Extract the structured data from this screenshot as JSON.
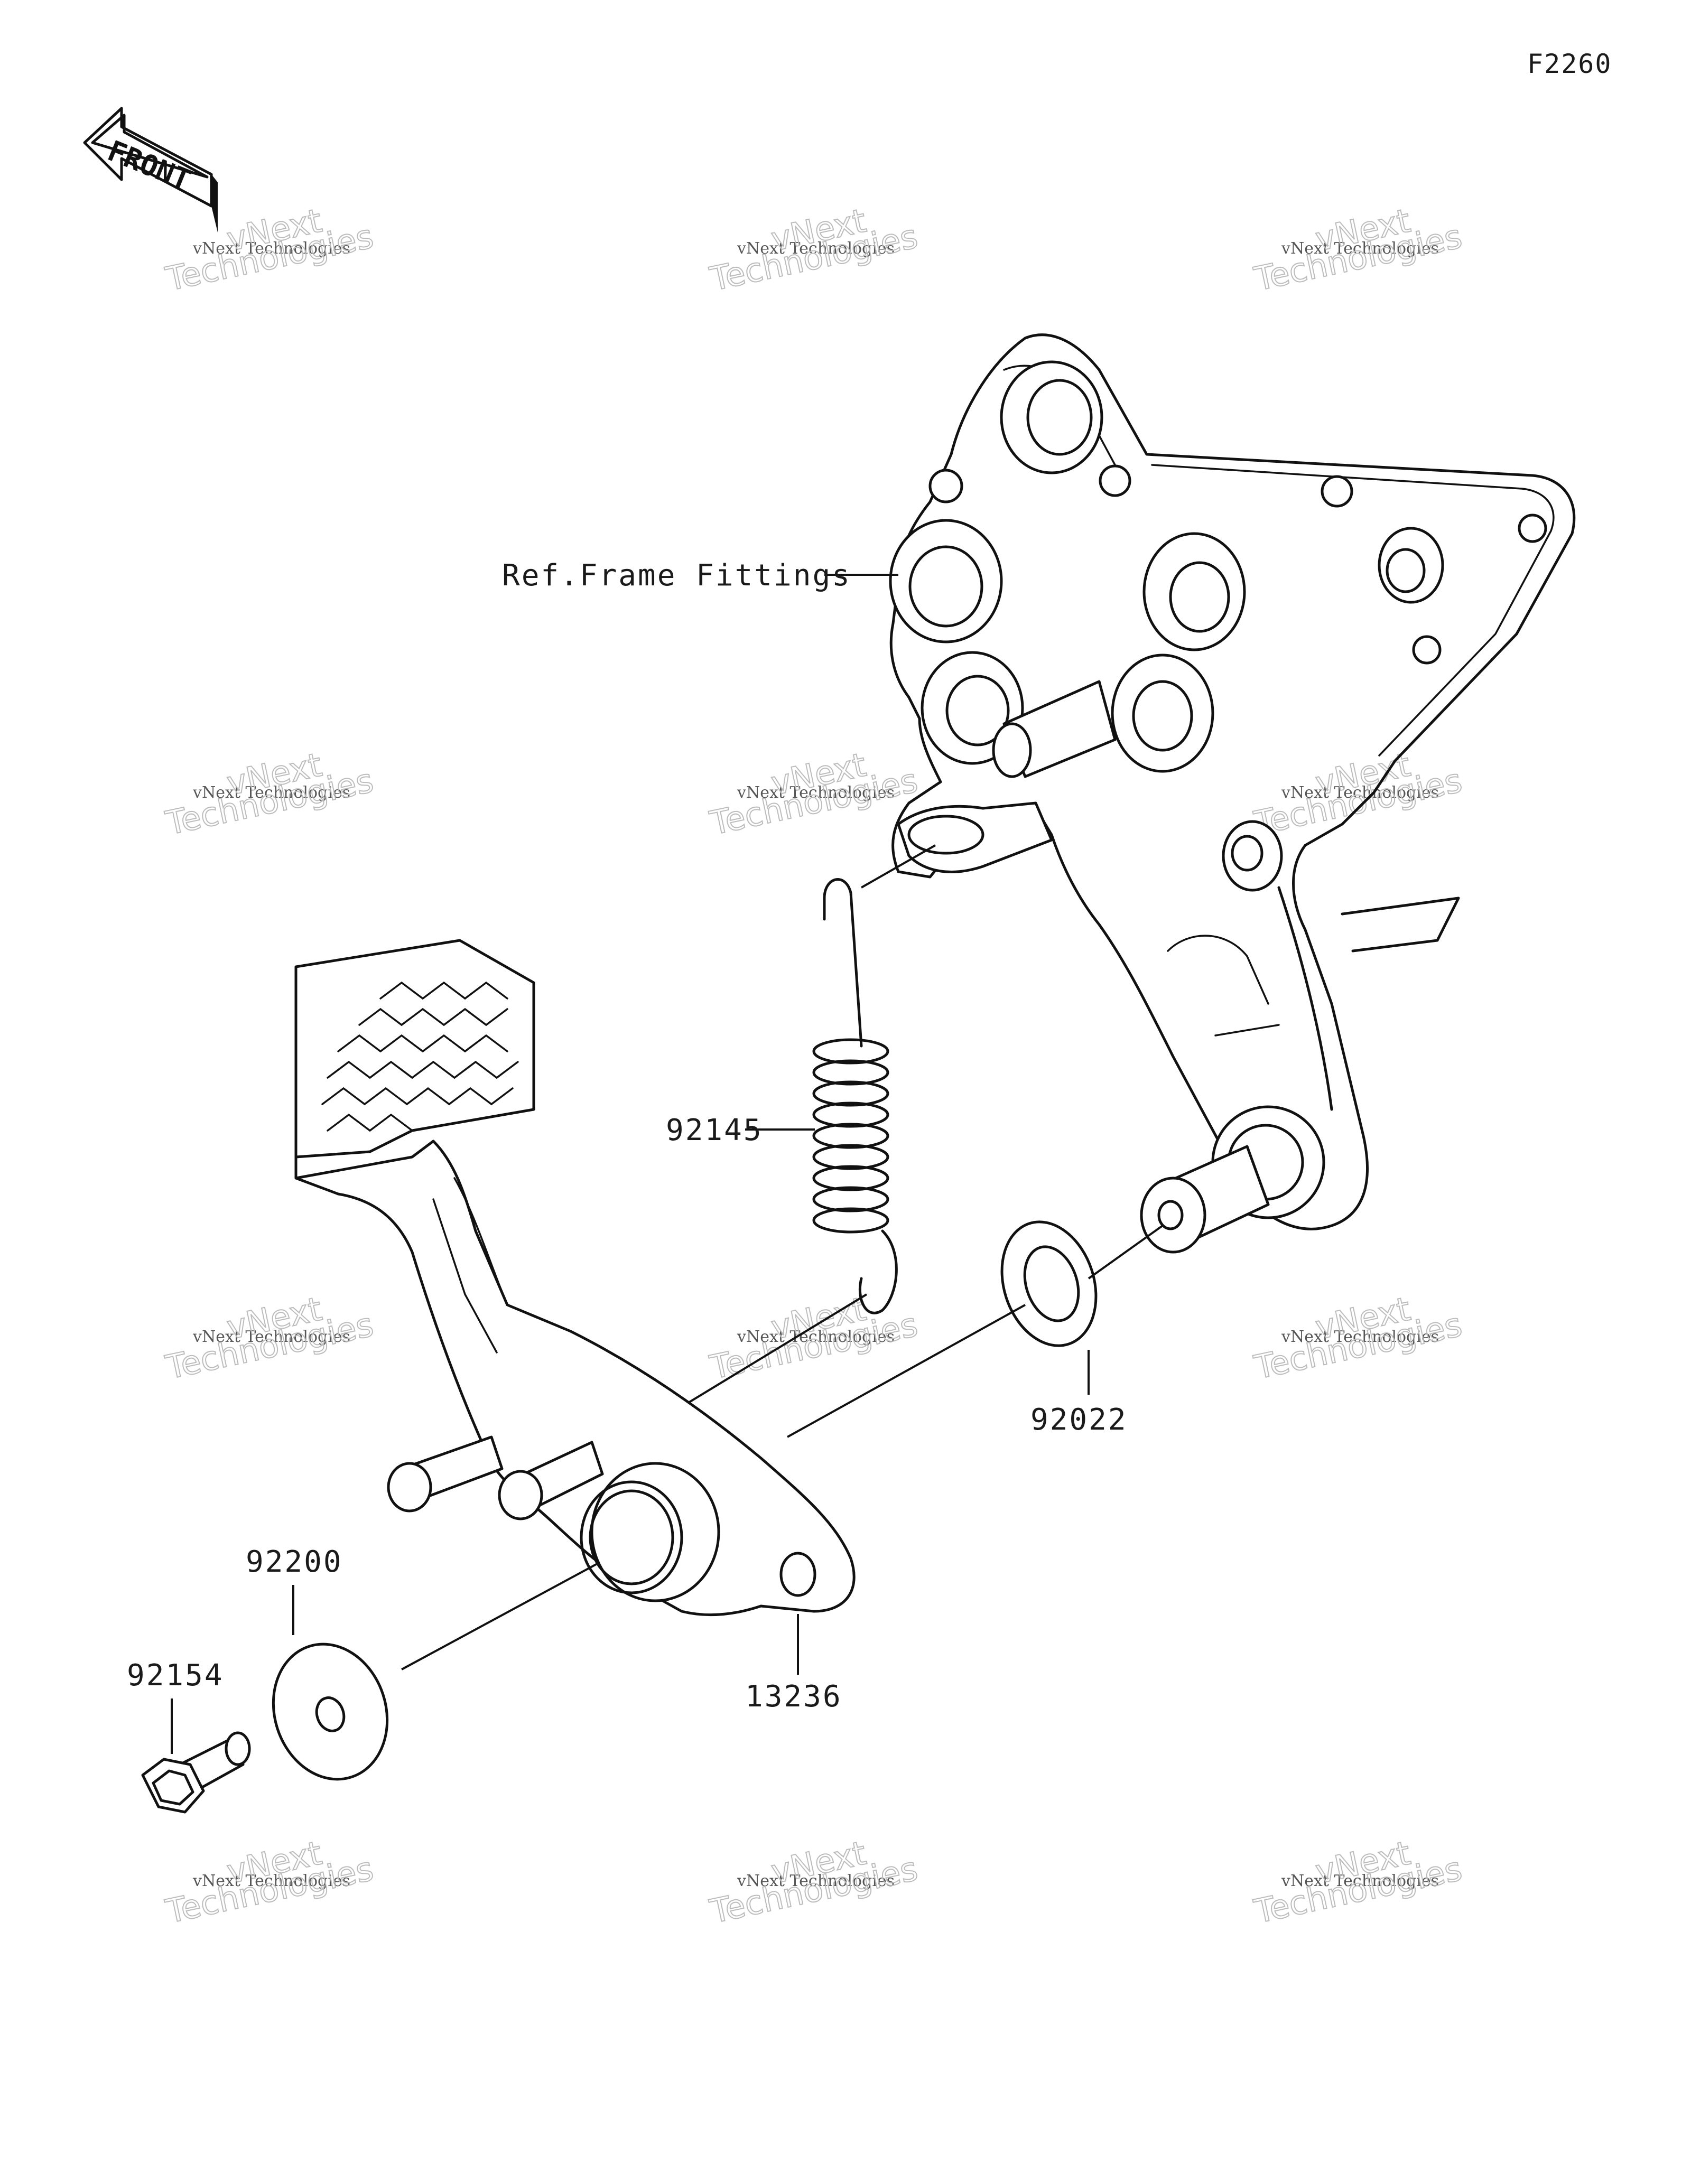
{
  "figure_id": "F2260",
  "front_indicator": "FRONT",
  "watermark": {
    "line1": "vNext Technologies",
    "line2": "Technologies",
    "line3": "vNext"
  },
  "labels": {
    "ref_frame": "Ref.Frame Fittings",
    "spring": "92145",
    "washer_small": "92022",
    "pedal": "13236",
    "washer_large": "92200",
    "bolt": "92154"
  }
}
